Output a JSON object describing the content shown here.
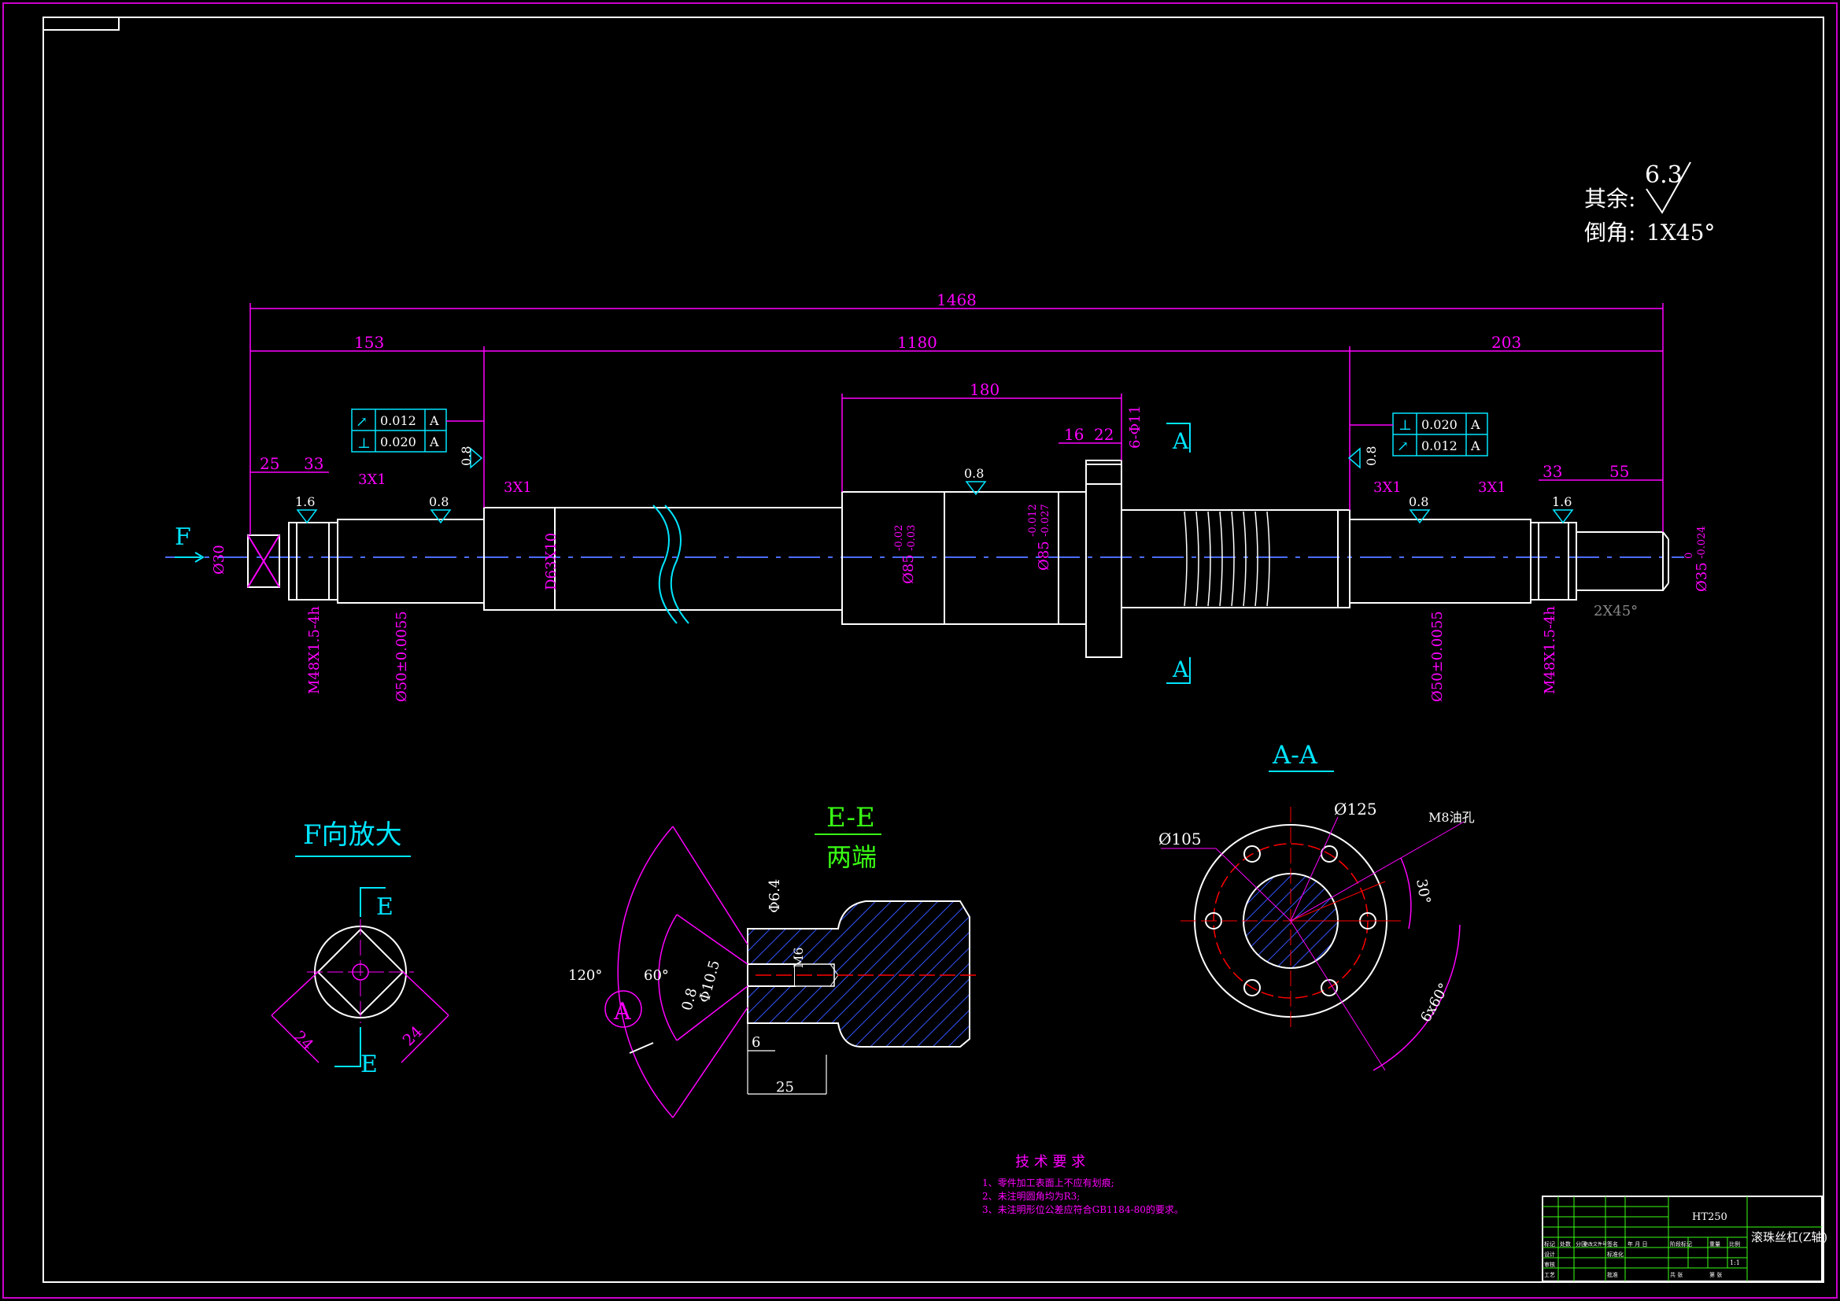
{
  "notes": {
    "roughness_label": "其余:",
    "roughness_value": "6.3",
    "chamfer_label": "倒角:",
    "chamfer_value": "1X45°"
  },
  "main_view": {
    "view_arrow_f": "F",
    "section_a_top": "A",
    "section_a_bottom": "A",
    "dimensions": {
      "overall": "1468",
      "left_seg": "153",
      "mid_seg": "1180",
      "right_seg": "203",
      "nut_len": "180",
      "flange_16": "16",
      "flange_22": "22",
      "holes": "6-Φ11",
      "l25": "25",
      "l33": "33",
      "l_3x1_a": "3X1",
      "l_3x1_b": "3X1",
      "r_3x1_a": "3X1",
      "r_3x1_b": "3X1",
      "r33": "33",
      "r55": "55",
      "dia30": "Ø30",
      "thread_left": "M48X1.5-4h",
      "dia50_left": "Ø50±0.0055",
      "d63": "D63X10",
      "dia85_a": "Ø85",
      "dia85_a_tol_up": "-0.02",
      "dia85_a_tol_lo": "-0.03",
      "dia85_b": "Ø85",
      "dia85_b_tol_up": "-0.012",
      "dia85_b_tol_lo": "-0.027",
      "dia50_right": "Ø50±0.0055",
      "thread_right": "M48X1.5-4h",
      "dia35": "Ø35",
      "dia35_tol_up": "0",
      "dia35_tol_lo": "-0.024",
      "chamfer_right": "2X45°"
    },
    "roughness": {
      "r1": "1.6",
      "r2": "0.8",
      "r3": "0.8",
      "r4": "0.8",
      "r5": "0.8",
      "r6": "0.8",
      "r7": "1.6"
    },
    "tolerance_left": [
      {
        "symbol": "↗",
        "value": "0.012",
        "datum": "A"
      },
      {
        "symbol": "⊥",
        "value": "0.020",
        "datum": "A"
      }
    ],
    "tolerance_right": [
      {
        "symbol": "⊥",
        "value": "0.020",
        "datum": "A"
      },
      {
        "symbol": "↗",
        "value": "0.012",
        "datum": "A"
      }
    ]
  },
  "view_f": {
    "title": "F向放大",
    "e_top": "E",
    "e_bottom": "E",
    "dim_left": "24",
    "dim_right": "24"
  },
  "view_ee": {
    "title": "E-E",
    "subtitle": "两端",
    "angle_120": "120°",
    "angle_60": "60°",
    "dia_64": "Φ6.4",
    "dia_105": "Φ10.5",
    "m6": "M6",
    "rough_08": "0.8",
    "dim_6": "6",
    "dim_25": "25",
    "label_a": "A"
  },
  "view_aa": {
    "title": "A-A",
    "dia_125": "Ø125",
    "dia_105": "Ø105",
    "oil_hole": "M8油孔",
    "angle_30": "30°",
    "holes_6x60": "6x60°"
  },
  "tech_req": {
    "title": "技 术 要 求",
    "lines": [
      "1、零件加工表面上不应有划痕;",
      "2、未注明圆角均为R3;",
      "3、未注明形位公差应符合GB1184-80的要求。"
    ]
  },
  "title_block": {
    "material": "HT250",
    "part_name": "滚珠丝杠(Z轴)",
    "scale": "1:1",
    "cells": [
      "标记",
      "处数",
      "分区",
      "更改文件号",
      "签名",
      "年 月 日",
      "设计",
      "标准化",
      "阶段标记",
      "重量",
      "比例",
      "审核",
      "工艺",
      "批准",
      "共 张",
      "第 张"
    ]
  }
}
